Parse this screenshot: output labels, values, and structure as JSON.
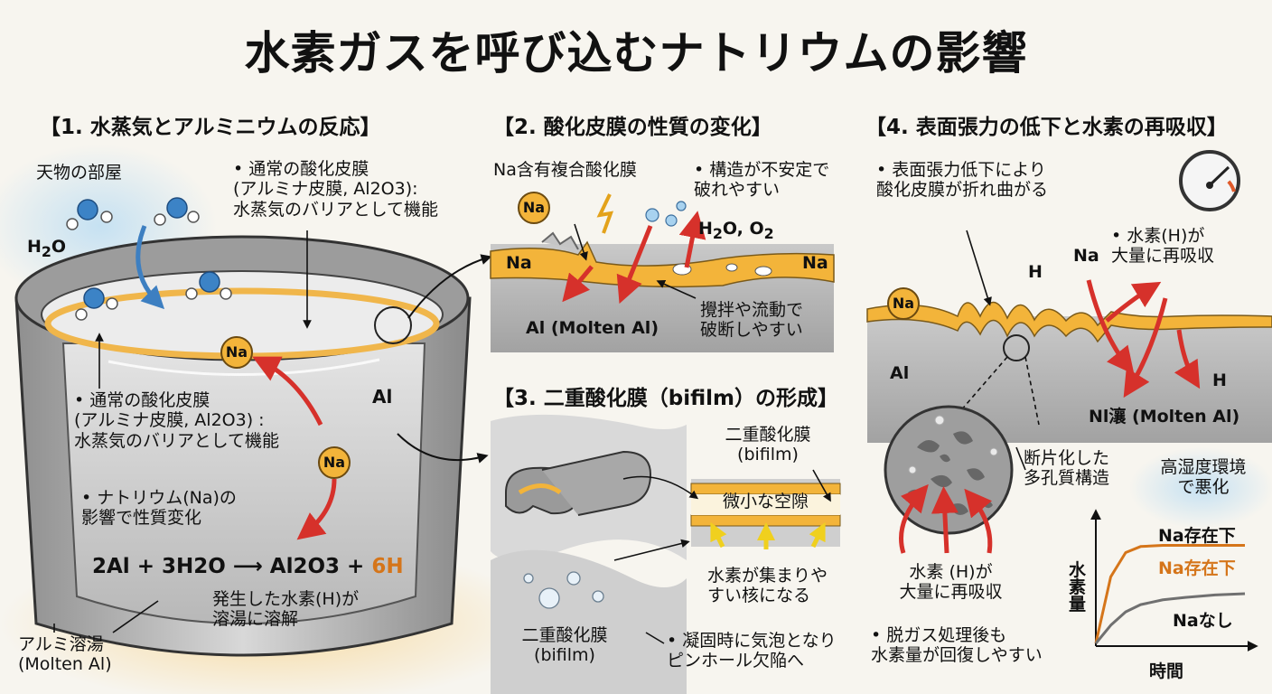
{
  "title": "水素ガスを呼び込むナトリウムの影響",
  "colors": {
    "oxide": "#f3b43a",
    "metal": "#9a9a9a",
    "arrow": "#d6312b",
    "accent": "#d5751a"
  },
  "section1": {
    "heading": "【1. 水蒸気とアルミニウムの反応】",
    "room_label": "天物の部屋",
    "h2o_label": "H2O",
    "film_note_top": "• 通常の酸化皮膜\n(アルミナ皮膜, Al2O3):\n水蒸気のバリアとして機能",
    "film_note_inside": "• 通常の酸化皮膜\n(アルミナ皮膜, Al2O3) :\n水蒸気のバリアとして機能",
    "na_note": "• ナトリウム(Na)の\n影響で性質変化",
    "al_label": "Al",
    "na_badge": "Na",
    "equation_main": "2Al + 3H2O ⟶ Al2O3 + ",
    "equation_tail": "6H",
    "dissolve_note": "発生した水素(H)が\n溶湯に溶解",
    "melt_label": "アルミ溶湯\n(Molten Al)"
  },
  "section2": {
    "heading": "【2. 酸化皮膜の性質の変化】",
    "composite_label": "Na含有複合酸化膜",
    "unstable_note": "• 構造が不安定で\n破れやすい",
    "h2o_o2_label": "H2O, O2",
    "na_left": "Na",
    "na_right": "Na",
    "na_badge": "Na",
    "al_label": "Al (Molten Al)",
    "stir_note": "攪拌や流動で\n破断しやすい"
  },
  "section3": {
    "heading": "【3. 二重酸化膜（bifilm）の形成】",
    "bifilm_top_label": "二重酸化膜\n(bifilm)",
    "gap_label": "微小な空隙",
    "nucleus_note": "水素が集まりや\nすい核になる",
    "bifilm_bottom_label": "二重酸化膜\n(bifilm)",
    "pinhole_note": "• 凝固時に気泡となり\nピンホール欠陥へ"
  },
  "section4": {
    "heading": "【4. 表面張力の低下と水素の再吸収】",
    "bend_note": "• 表面張力低下により\n酸化皮膜が折れ曲がる",
    "absorb_note_top": "• 水素(H)が\n大量に再吸収",
    "h_label_1": "H",
    "h_label_2": "H",
    "na_label": "Na",
    "na_badge": "Na",
    "al_label": "Al",
    "melt_label": "Nl瀼 (Molten Al)",
    "porous_label": "断片化した\n多孔質構造",
    "humid_label": "高湿度環境\nで悪化",
    "absorb_note_bottom": "水素 (H)が\n大量に再吸収",
    "degas_note": "• 脱ガス処理後も\n水素量が回復しやすい"
  },
  "chart_data": {
    "type": "line",
    "xlabel": "時間",
    "ylabel": "水素量",
    "x": [
      0,
      0.1,
      0.2,
      0.3,
      0.45,
      0.6,
      0.8,
      1.0
    ],
    "series": [
      {
        "name": "Na存在下",
        "color": "#d5751a",
        "values": [
          0,
          0.55,
          0.75,
          0.8,
          0.81,
          0.81,
          0.81,
          0.81
        ]
      },
      {
        "name": "Naなし",
        "color": "#707070",
        "values": [
          0,
          0.15,
          0.26,
          0.32,
          0.36,
          0.38,
          0.4,
          0.41
        ]
      }
    ],
    "legend": [
      "Na存在下",
      "Na存在下",
      "Naなし"
    ]
  }
}
